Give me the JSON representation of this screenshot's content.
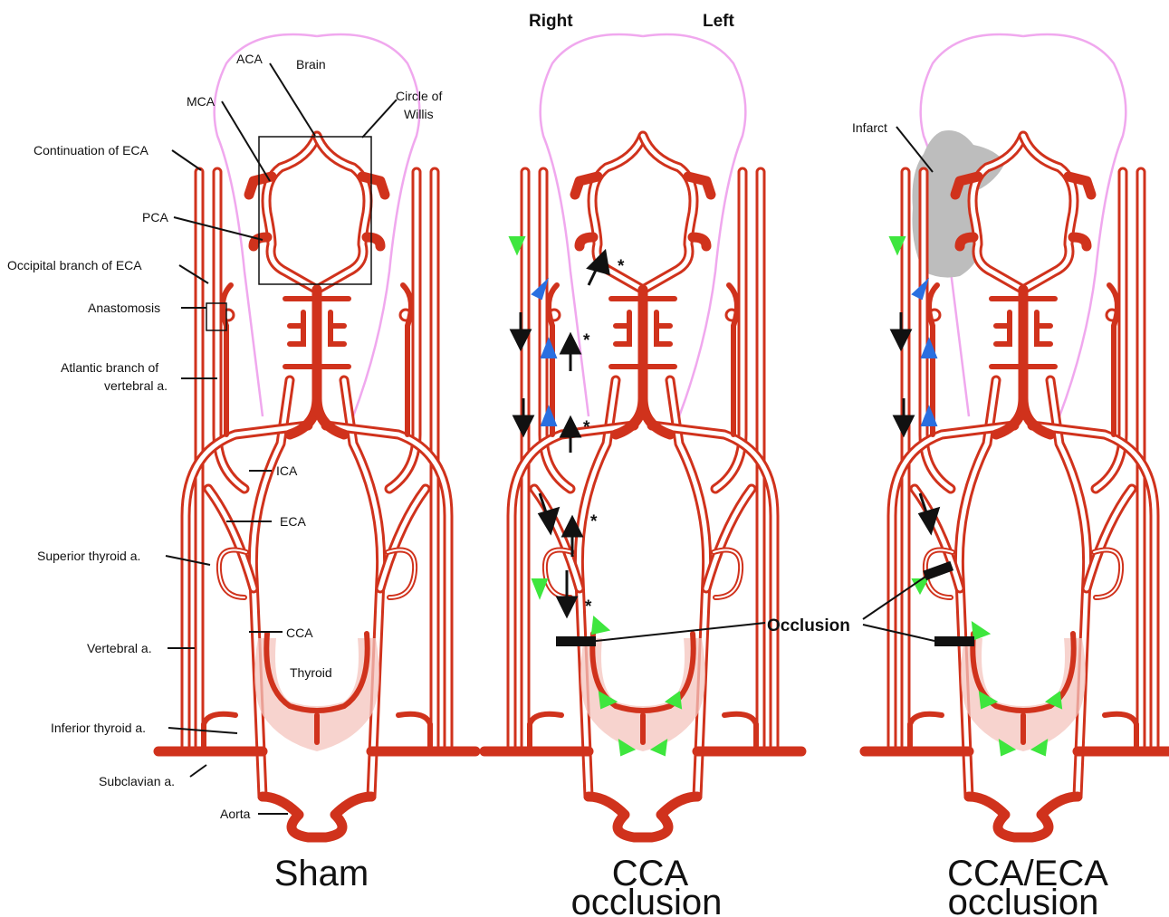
{
  "header": {
    "right": "Right",
    "left": "Left"
  },
  "labels": {
    "aca": "ACA",
    "brain": "Brain",
    "circle_of_willis_1": "Circle of",
    "circle_of_willis_2": "Willis",
    "mca": "MCA",
    "continuation_eca": "Continuation of ECA",
    "pca": "PCA",
    "occipital_branch": "Occipital branch of ECA",
    "anastomosis": "Anastomosis",
    "atlantic_1": "Atlantic branch of",
    "atlantic_2": "vertebral a.",
    "ica": "ICA",
    "eca": "ECA",
    "superior_thyroid": "Superior thyroid a.",
    "cca": "CCA",
    "vertebral": "Vertebral a.",
    "thyroid": "Thyroid",
    "inferior_thyroid": "Inferior thyroid a.",
    "subclavian": "Subclavian a.",
    "aorta": "Aorta",
    "infarct": "Infarct",
    "occlusion": "Occlusion",
    "asterisk": "*"
  },
  "panels": [
    {
      "title_1": "Sham",
      "title_2": ""
    },
    {
      "title_1": "CCA",
      "title_2": "occlusion"
    },
    {
      "title_1": "CCA/ECA",
      "title_2": "occlusion"
    }
  ],
  "colors": {
    "vessel": "#d0321c",
    "brain_outline": "#f0a8ee",
    "thyroid": "#f4c4be",
    "infarct": "#bdbdbd",
    "arrow_black": "#111111",
    "arrow_blue": "#2a6fe0",
    "arrow_green": "#3ee63e"
  }
}
